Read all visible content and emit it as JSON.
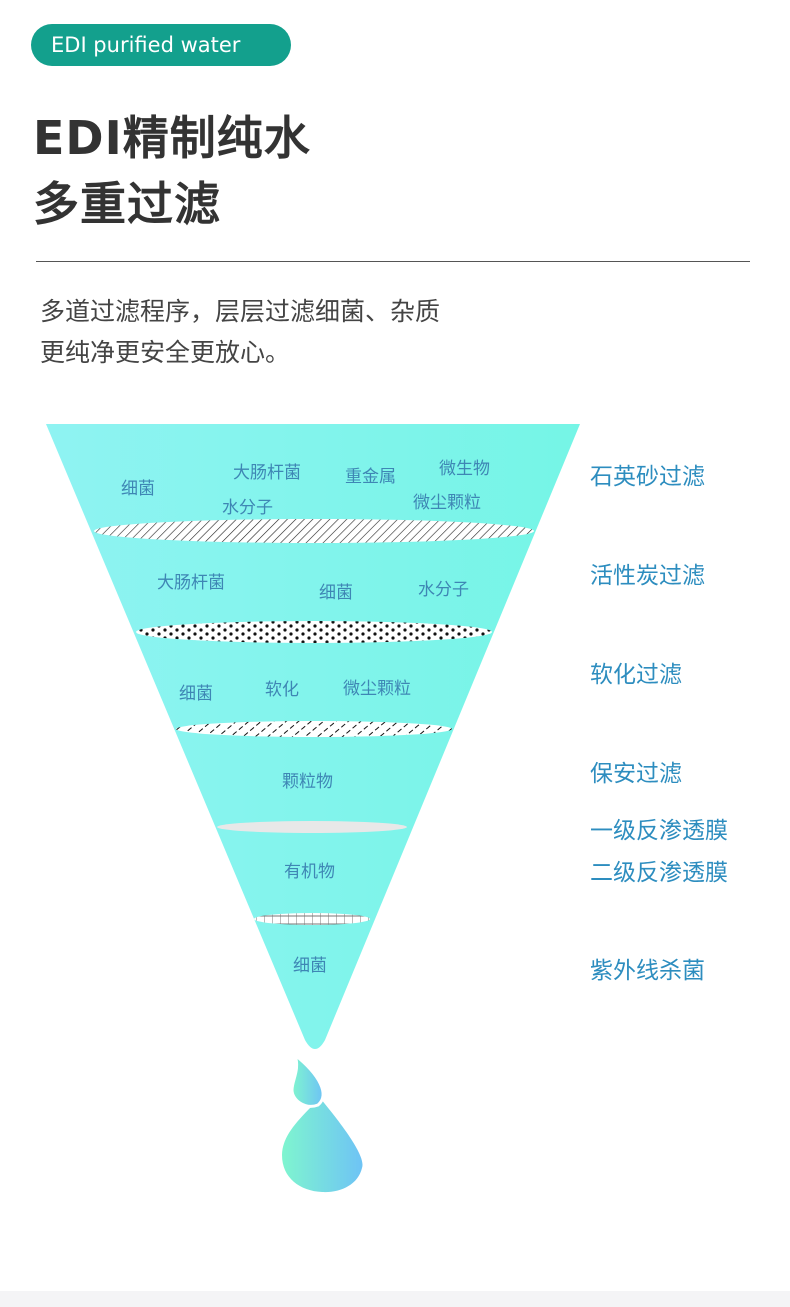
{
  "badge": "EDI purified water",
  "title": {
    "line1": "EDI精制纯水",
    "line2": "多重过滤"
  },
  "description": {
    "line1": "多道过滤程序，层层过滤细菌、杂质",
    "line2": "更纯净更安全更放心。"
  },
  "funnel": {
    "layer1": [
      "细菌",
      "大肠杆菌",
      "重金属",
      "微生物",
      "水分子",
      "微尘颗粒"
    ],
    "layer2": [
      "大肠杆菌",
      "细菌",
      "水分子"
    ],
    "layer3": [
      "细菌",
      "软化",
      "微尘颗粒"
    ],
    "layer4": [
      "颗粒物"
    ],
    "layer5": [
      "有机物"
    ],
    "layer6": [
      "细菌"
    ]
  },
  "stages": [
    "石英砂过滤",
    "活性炭过滤",
    "软化过滤",
    "保安过滤",
    "一级反渗透膜",
    "二级反渗透膜",
    "紫外线杀菌"
  ],
  "colors": {
    "accent": "#13a08d",
    "funnel": "#7ff4ec",
    "label": "#3e86b4"
  }
}
